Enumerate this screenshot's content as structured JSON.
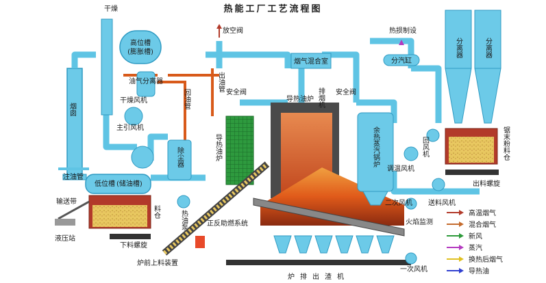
{
  "title": "热能工厂工艺流程图",
  "labels": {
    "dry_steam": "干燥",
    "high_tank": "高位槽",
    "expansion_tank": "(膨胀槽)",
    "chimney": "烟囱",
    "oil_separator": "油气分离器",
    "dry_fan": "干燥风机",
    "main_fan": "主引风机",
    "oil_inlet_pipe": "注油管",
    "low_tank": "低位槽",
    "storage_tank": "(储油槽)",
    "conveyor_belt": "输送带",
    "hydraulic_station": "液压站",
    "feed_screw_left": "下料螺旋",
    "feed_bin": "料仓",
    "dust_remover": "除尘器",
    "hot_oil_pump": "热油泵",
    "return_pipe": "回油管",
    "outlet_pipe": "出油管",
    "guide_oil_furnace": "导热油炉",
    "safety_valve": "安全阀",
    "flue_gas_mixing_room": "烟气混合室",
    "air_valve": "放空阀",
    "safety_valve2": "安全阀",
    "tail_gas_exhaust": "排烟机",
    "waste_heat_boiler": "余热蒸汽锅炉",
    "temp_fan": "调温风机",
    "steam_supply": "热损制设",
    "steam_cylinder": "分汽缸",
    "separator_1": "分离器",
    "separator_2": "分离器",
    "return_fan": "回风机",
    "sawdust_bin": "锯末粉料仓",
    "discharge_screw": "出料螺旋",
    "feed_fan": "送料风机",
    "secondary_fan": "二次风机",
    "flame_monitor": "火焰监测",
    "primary_fan": "一次风机",
    "main_feed_unit": "炉前上料装置",
    "grate_slag": "炉排出渣机",
    "boiler_title": "导热油炉",
    "furnace_note": "正反助燃系统"
  },
  "legend": [
    {
      "label": "高温烟气",
      "color": "#b23a2a"
    },
    {
      "label": "混合烟气",
      "color": "#c46b2d"
    },
    {
      "label": "新风",
      "color": "#2d9a3a"
    },
    {
      "label": "蒸汽",
      "color": "#b43ac0"
    },
    {
      "label": "换热后烟气",
      "color": "#e0c020"
    },
    {
      "label": "导热油",
      "color": "#2f3fd0"
    }
  ],
  "colors": {
    "pipe": "#5fc4e4",
    "pipe_dark": "#2f9ac2",
    "oil_pipe": "#d85a1a",
    "grid": "#2a8a3a",
    "flame": "#e0601a",
    "fuel": "#e8c760"
  }
}
